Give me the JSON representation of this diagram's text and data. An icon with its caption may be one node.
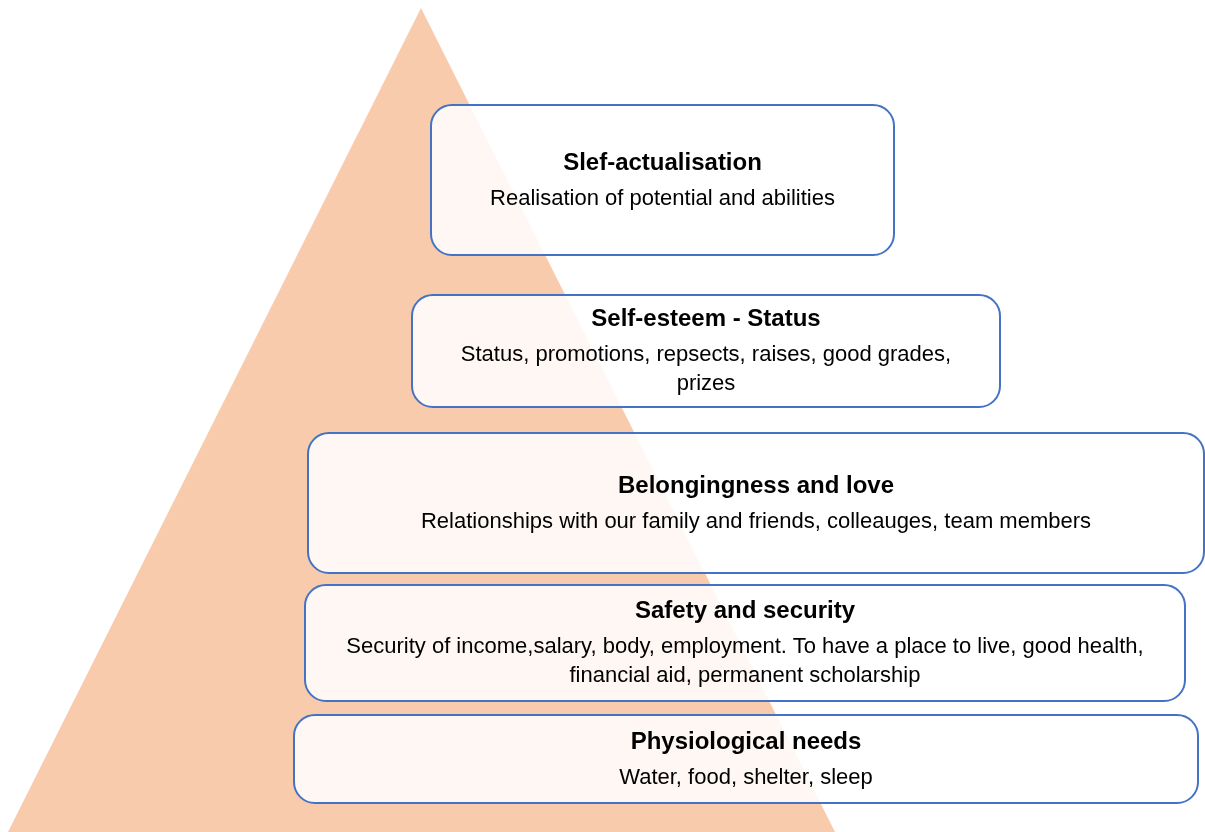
{
  "diagram": {
    "nodes": [
      {
        "text": [
          "Slef-actualisation",
          "Realisation of potential and abilities"
        ]
      },
      {
        "text": [
          "Self-esteem - Status",
          "Status, promotions, repsects, raises, good grades, prizes"
        ]
      },
      {
        "text": [
          "Belongingness and love",
          "Relationships with our family and friends, colleauges, team members"
        ]
      },
      {
        "text": [
          "Safety and security",
          "Security of income,salary, body, employment. To have a place to live, good health, financial aid, permanent scholarship"
        ]
      },
      {
        "text": [
          "Physiological needs",
          "Water, food, shelter, sleep"
        ]
      }
    ]
  }
}
